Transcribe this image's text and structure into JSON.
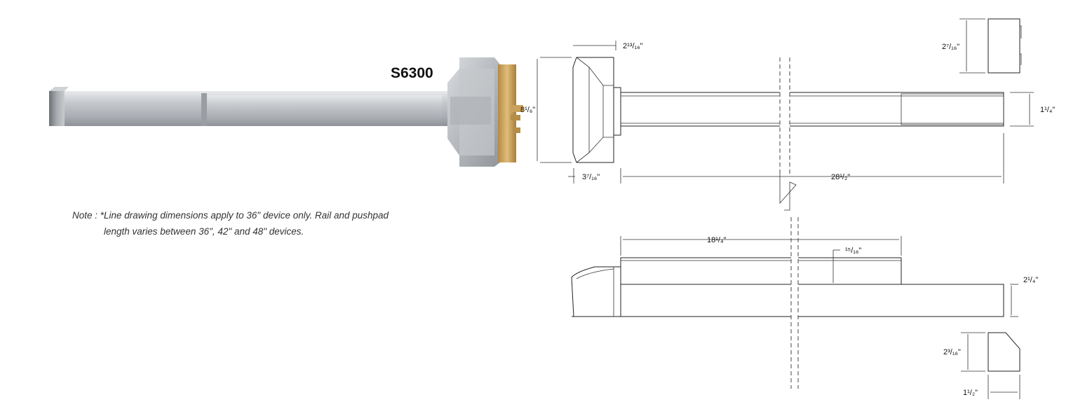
{
  "product": {
    "model": "S6300"
  },
  "note": {
    "line1": "Note : *Line drawing dimensions apply to 36\" device only. Rail and pushpad",
    "line2": "length varies between 36\", 42\" and 48\" devices."
  },
  "dimensions": {
    "chassis_depth": "2¹³/₁₆\"",
    "chassis_height": "8¹/₆\"",
    "chassis_width": "3⁷/₁₆\"",
    "rail_length": "28¹/₂\"",
    "rail_height": "1¹/₄\"",
    "end_cap_height": "2⁷/₁₆\"",
    "pushpad_length": "18¹/₄\"",
    "pushpad_projection": "¹⁵/₁₆\"",
    "rail_depth": "2¹/₄\"",
    "end_cap_side_height": "2³/₁₆\"",
    "end_cap_side_width": "1¹/₂\""
  },
  "colors": {
    "metal": "#b9bcc0",
    "brass": "#c9a15c",
    "line": "#222222"
  }
}
